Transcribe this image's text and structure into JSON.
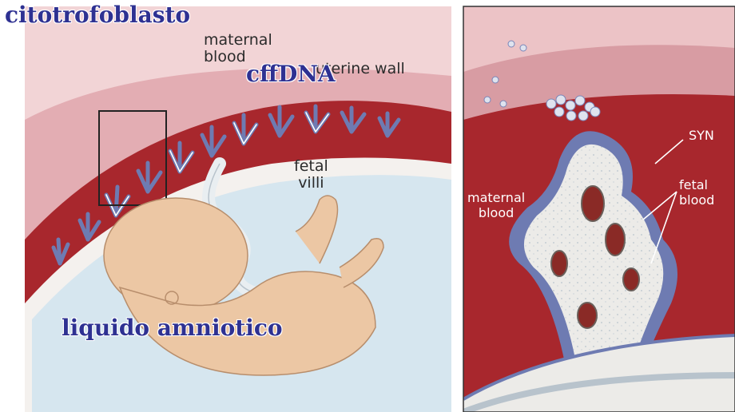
{
  "left_panel": {
    "label_maternal_blood": "maternal\nblood",
    "label_uterine_wall": "uterine wall",
    "label_fetal_villi": "fetal\nvilli"
  },
  "right_panel": {
    "label_syn": "SYN",
    "label_maternal_blood": "maternal\nblood",
    "label_fetal_blood": "fetal\nblood"
  },
  "overlays": {
    "top_left": "citotrofoblasto",
    "top_center": "cffDNA",
    "bottom": "liquido amniotico"
  },
  "colors": {
    "uterine_pink": "#ecc3c6",
    "uterine_mid": "#d89ca3",
    "maternal_blood": "#a8272d",
    "villus_blue": "#6e7bb2",
    "amniotic_blue": "#d6e6ef",
    "fetus_skin": "#ecc7a4",
    "overlay_text": "#2e3192"
  }
}
